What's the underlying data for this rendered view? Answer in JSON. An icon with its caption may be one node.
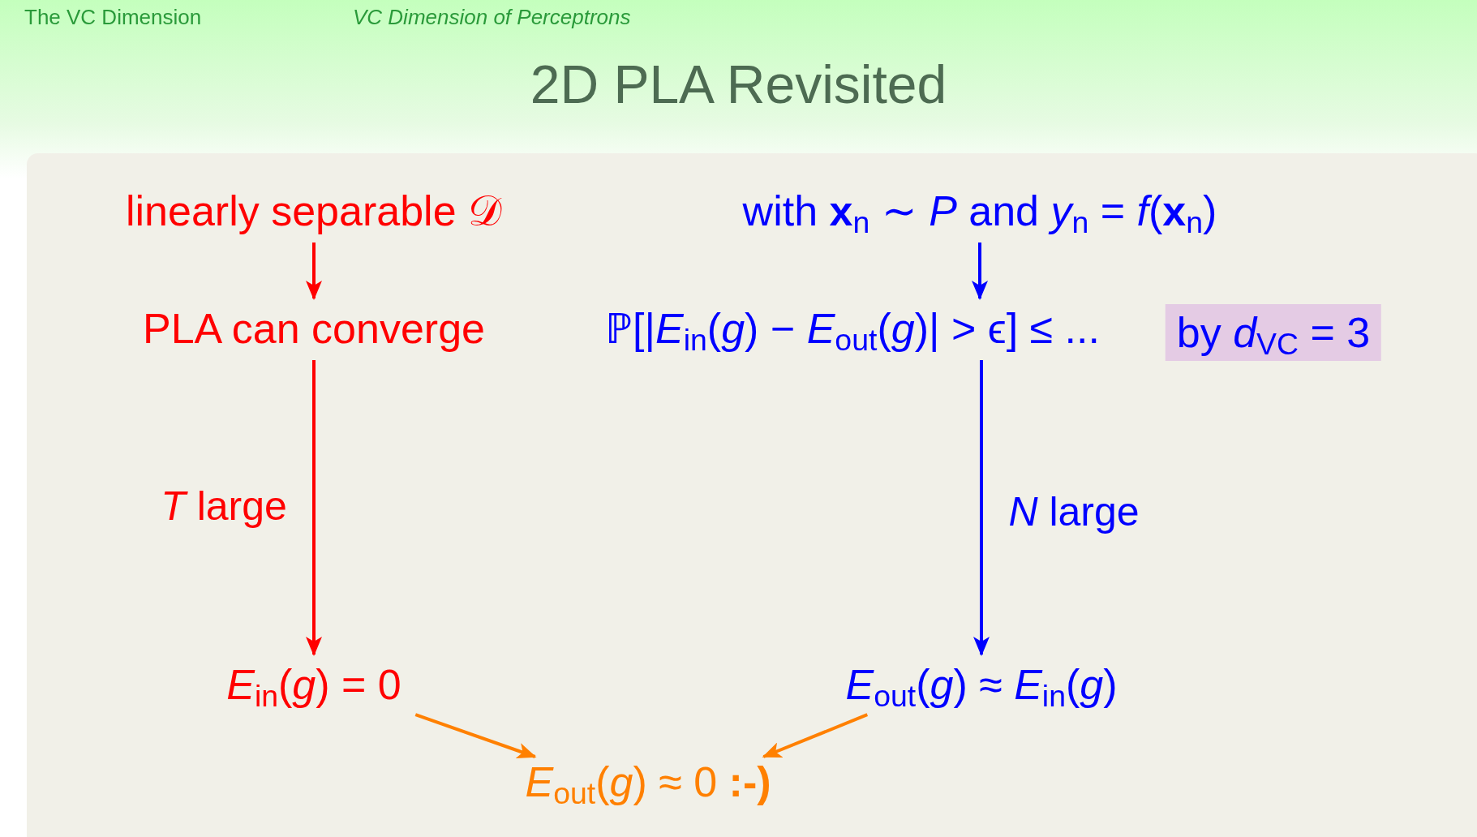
{
  "diagram": {
    "title": "2D PLA Revisited",
    "nodes": [
      {
        "text": [
          "linearly separable 𝒟"
        ]
      },
      {
        "text": [
          "PLA can converge"
        ]
      },
      {
        "text": [
          "*E*$_{in}$(*g*) = 0"
        ]
      },
      {
        "text": [
          "with **x**$_{n}$ ∼ *P* and *y*$_{n}$ = *f*(**x**$_{n}$)"
        ]
      },
      {
        "text": [
          "ℙ[|*E*$_{in}$(*g*) − *E*$_{out}$(*g*)| > ϵ] ≤ ..."
        ]
      },
      {
        "text": [
          "by *d*$_{VC}$ = 3"
        ]
      },
      {
        "text": [
          "*E*$_{out}$(*g*) ≈ *E*$_{in}$(*g*)"
        ]
      },
      {
        "text": [
          "*E*$_{out}$(*g*) ≈ 0 **:-)**"
        ]
      }
    ],
    "edges": [
      {
        "from": 0,
        "to": 1,
        "arrow": "to",
        "color": "#ff0000"
      },
      {
        "from": 1,
        "to": 2,
        "arrow": "to",
        "label": "*T* large",
        "color": "#ff0000"
      },
      {
        "from": 3,
        "to": 4,
        "arrow": "to",
        "color": "#0000ff"
      },
      {
        "from": 4,
        "to": 6,
        "arrow": "to",
        "label": "*N* large",
        "color": "#0000ff"
      },
      {
        "from": 2,
        "to": 7,
        "arrow": "to",
        "color": "#ff8000"
      },
      {
        "from": 6,
        "to": 7,
        "arrow": "to",
        "color": "#ff8000"
      }
    ],
    "labels": [
      "The VC Dimension",
      "VC Dimension of Perceptrons"
    ]
  }
}
